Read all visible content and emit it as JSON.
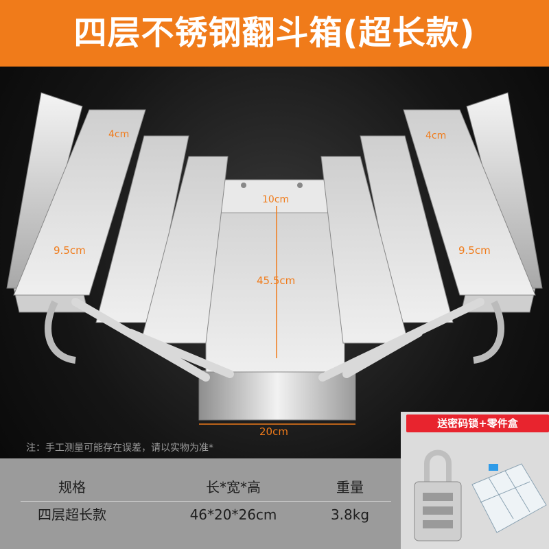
{
  "title": "四层不锈钢翻斗箱(超长款)",
  "dimensions": {
    "left_tray_width": "4cm",
    "right_tray_width": "4cm",
    "left_tray_height": "9.5cm",
    "right_tray_height": "9.5cm",
    "center_height": "10cm",
    "length": "45.5cm",
    "base_width": "20cm"
  },
  "note": "注：手工测量可能存在误差，请以实物为准*",
  "spec_table": {
    "headers": [
      "规格",
      "长*宽*高",
      "重量"
    ],
    "row": [
      "四层超长款",
      "46*20*26cm",
      "3.8kg"
    ]
  },
  "gift": {
    "label": "送密码锁+零件盒",
    "items": [
      "combination-padlock",
      "parts-box"
    ]
  },
  "colors": {
    "accent": "#f07b1a",
    "gift_red": "#e8242e",
    "spec_gray": "#9b9b9b"
  }
}
